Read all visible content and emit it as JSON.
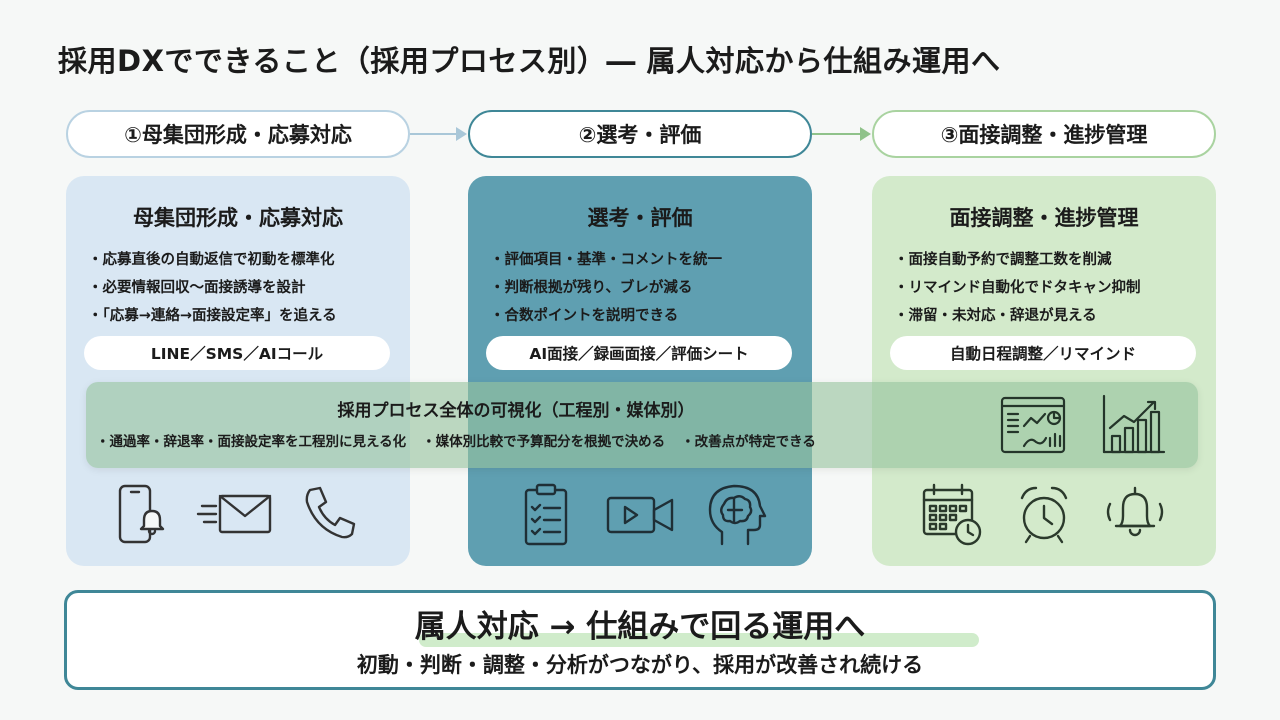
{
  "title": "採用DXでできること（採用プロセス別）― 属人対応から仕組み運用へ",
  "steps": [
    {
      "label": "①母集団形成・応募対応"
    },
    {
      "label": "②選考・評価"
    },
    {
      "label": "③面接調整・進捗管理"
    }
  ],
  "cards": [
    {
      "title": "母集団形成・応募対応",
      "bullets": [
        "応募直後の自動返信で初動を標準化",
        "必要情報回収〜面接誘導を設計",
        "「応募→連絡→面接設定率」を追える"
      ],
      "tool": "LINE／SMS／AIコール",
      "icons": [
        "phone-bell-icon",
        "email-icon",
        "telephone-icon"
      ]
    },
    {
      "title": "選考・評価",
      "bullets": [
        "評価項目・基準・コメントを統一",
        "判断根拠が残り、ブレが減る",
        "合数ポイントを説明できる"
      ],
      "tool": "AI面接／録画面接／評価シート",
      "icons": [
        "clipboard-checklist-icon",
        "video-camera-icon",
        "brain-head-icon"
      ]
    },
    {
      "title": "面接調整・進捗管理",
      "bullets": [
        "面接自動予約で調整工数を削減",
        "リマインド自動化でドタキャン抑制",
        "滞留・未対応・辞退が見える"
      ],
      "tool": "自動日程調整／リマインド",
      "icons": [
        "calendar-clock-icon",
        "alarm-clock-icon",
        "bell-icon"
      ]
    }
  ],
  "visualization": {
    "title": "採用プロセス全体の可視化（工程別・媒体別）",
    "bullets": [
      "通過率・辞退率・面接設定率を工程別に見える化",
      "媒体別比較で予算配分を根拠で決める",
      "改善点が特定できる"
    ],
    "icons": [
      "dashboard-icon",
      "bar-chart-icon"
    ]
  },
  "conclusion": {
    "main": "属人対応 → 仕組みで回る運用へ",
    "sub": "初動・判断・調整・分析がつながり、採用が改善され続ける"
  },
  "colors": {
    "card1": "#d9e7f3",
    "card2": "#5f9fb1",
    "card3": "#d3eacb",
    "accent": "#3f8797",
    "band": "#96c49e"
  }
}
